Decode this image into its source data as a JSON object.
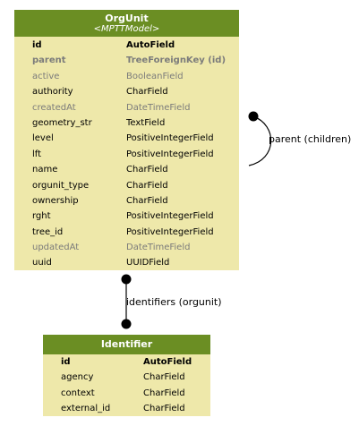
{
  "models": {
    "orgunit": {
      "name": "OrgUnit",
      "subtitle": "<MPTTModel>",
      "fields": [
        {
          "name": "id",
          "type": "AutoField",
          "style": "pk"
        },
        {
          "name": "parent",
          "type": "TreeForeignKey (id)",
          "style": "muted-bold"
        },
        {
          "name": "active",
          "type": "BooleanField",
          "style": "muted"
        },
        {
          "name": "authority",
          "type": "CharField",
          "style": "normal"
        },
        {
          "name": "createdAt",
          "type": "DateTimeField",
          "style": "muted"
        },
        {
          "name": "geometry_str",
          "type": "TextField",
          "style": "normal"
        },
        {
          "name": "level",
          "type": "PositiveIntegerField",
          "style": "normal"
        },
        {
          "name": "lft",
          "type": "PositiveIntegerField",
          "style": "normal"
        },
        {
          "name": "name",
          "type": "CharField",
          "style": "normal"
        },
        {
          "name": "orgunit_type",
          "type": "CharField",
          "style": "normal"
        },
        {
          "name": "ownership",
          "type": "CharField",
          "style": "normal"
        },
        {
          "name": "rght",
          "type": "PositiveIntegerField",
          "style": "normal"
        },
        {
          "name": "tree_id",
          "type": "PositiveIntegerField",
          "style": "normal"
        },
        {
          "name": "updatedAt",
          "type": "DateTimeField",
          "style": "muted"
        },
        {
          "name": "uuid",
          "type": "UUIDField",
          "style": "normal"
        }
      ]
    },
    "identifier": {
      "name": "Identifier",
      "fields": [
        {
          "name": "id",
          "type": "AutoField",
          "style": "pk"
        },
        {
          "name": "agency",
          "type": "CharField",
          "style": "normal"
        },
        {
          "name": "context",
          "type": "CharField",
          "style": "normal"
        },
        {
          "name": "external_id",
          "type": "CharField",
          "style": "normal"
        }
      ]
    }
  },
  "relations": {
    "self_parent": {
      "label": "parent (children)"
    },
    "identifiers": {
      "label": "identifiers (orgunit)"
    }
  },
  "colors": {
    "header": "#6b8e23",
    "body": "#eee8aa",
    "muted_text": "#7b7b7b"
  }
}
